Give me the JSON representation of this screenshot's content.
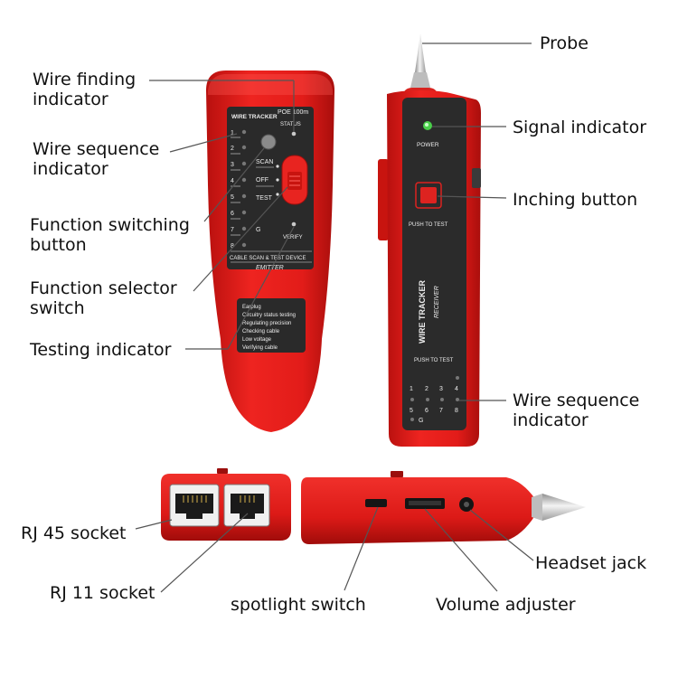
{
  "emitter": {
    "brand": "WIRE TRACKER",
    "poe": "POE 100m",
    "status": "STATUS",
    "channels": [
      "1",
      "2",
      "3",
      "4",
      "5",
      "6",
      "7",
      "8"
    ],
    "ground": "G",
    "switch_labels": {
      "scan": "SCAN",
      "off": "OFF",
      "test": "TEST"
    },
    "verify": "VERIFY",
    "model_line": "CABLE SCAN & TEST DEVICE",
    "model_name": "EMITTER",
    "functions": [
      "Earplug",
      "Circuitry status testing",
      "Regulating precision",
      "Checking cable",
      "Low voltage",
      "Verifying cable"
    ]
  },
  "receiver": {
    "power": "POWER",
    "push_to_test_top": "PUSH TO TEST",
    "brand": "WIRE TRACKER",
    "model": "RECEIVER",
    "push_to_test_bottom": "PUSH TO TEST",
    "channels": [
      "1",
      "2",
      "3",
      "4",
      "5",
      "6",
      "7",
      "8"
    ],
    "ground": "G"
  },
  "callouts": {
    "wire_finding": "Wire finding\nindicator",
    "wire_sequence_left": "Wire sequence\nindicator",
    "function_switching": "Function switching\nbutton",
    "function_selector": "Function selector\nswitch",
    "testing_indicator": "Testing indicator",
    "probe": "Probe",
    "signal_indicator": "Signal indicator",
    "inching_button": "Inching button",
    "wire_sequence_right": "Wire sequence\nindicator",
    "rj45": "RJ 45 socket",
    "rj11": "RJ 11 socket",
    "spotlight": "spotlight switch",
    "volume": "Volume adjuster",
    "headset": "Headset jack"
  },
  "colors": {
    "body_red": "#e81f1c",
    "panel": "#2b2b2b",
    "probe_silver": "#c9c9c9",
    "power_led": "#33cc33"
  }
}
